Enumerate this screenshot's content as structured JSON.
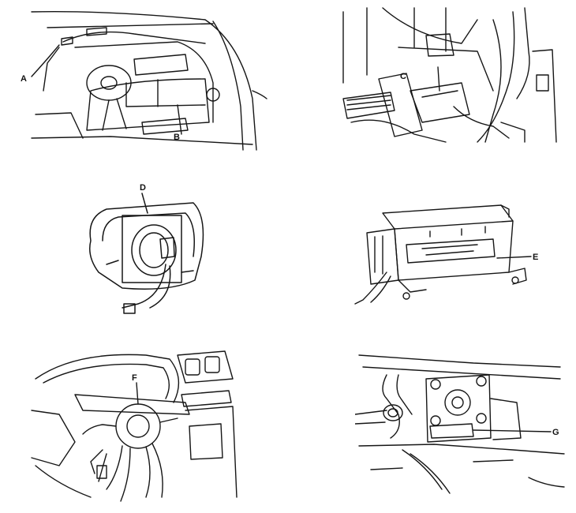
{
  "panels": [
    {
      "id": "dash",
      "callouts": [
        {
          "letter": "A"
        },
        {
          "letter": "B"
        }
      ]
    },
    {
      "id": "pedal",
      "callouts": [
        {
          "letter": "C"
        }
      ]
    },
    {
      "id": "steering-airbag",
      "callouts": [
        {
          "letter": "D"
        }
      ]
    },
    {
      "id": "passenger-airbag",
      "callouts": [
        {
          "letter": "E"
        }
      ]
    },
    {
      "id": "clock-spring",
      "callouts": [
        {
          "letter": "F"
        }
      ]
    },
    {
      "id": "sensor",
      "callouts": [
        {
          "letter": "G"
        }
      ]
    }
  ]
}
